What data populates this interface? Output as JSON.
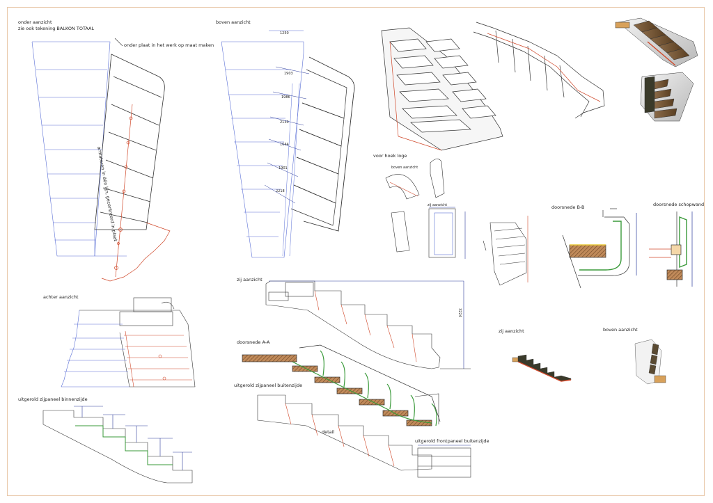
{
  "title_block": {
    "onder_aanzicht": "onder aanzicht",
    "ref_note": "zie ook tekening BALKON TOTAAL",
    "plate_note": "onder plaat in het werk op maat maken",
    "armature_note": "armaturen in één lijn, gecentreerd in plaat"
  },
  "views": {
    "boven_aanzicht_top": "boven aanzicht",
    "voor_hoek_loge": "voor hoek loge",
    "achter_aanzicht": "achter aanzicht",
    "zij_aanzicht_main": "zij aanzicht",
    "doorsnede_aa": "doorsnede A-A",
    "uitgerold_zijpaneel_buitenzijde": "uitgerold zijpaneel buitenzijde",
    "uitgerold_zijpaneel_binnenzijde": "uitgerold zijpaneel binnenzijde",
    "uitgerold_frontpaneel_buitenzijde": "uitgerold frontpaneel buitenzijde",
    "detail": "detail",
    "doorsnede_bb": "doorsnede B-B",
    "doorsnede_schopwand": "doorsnede schopwand",
    "zij_aanzicht_small": "zij aanzicht",
    "boven_aanzicht_small": "boven aanzicht",
    "bovenaanzicht_tiny": "boven aanzicht",
    "zijaanzicht_tiny": "zij aanzicht"
  },
  "dimensions": {
    "top_width": "1250",
    "side_height": "3224",
    "boven": [
      "1903",
      "1986",
      "2130",
      "1644",
      "1901",
      "2218"
    ]
  },
  "colors": {
    "blue": "#5a6fd6",
    "red": "#d0482a",
    "green": "#3a9a3a",
    "line": "#333333",
    "wood": "#b07a4a",
    "border": "#e8c7a8"
  }
}
